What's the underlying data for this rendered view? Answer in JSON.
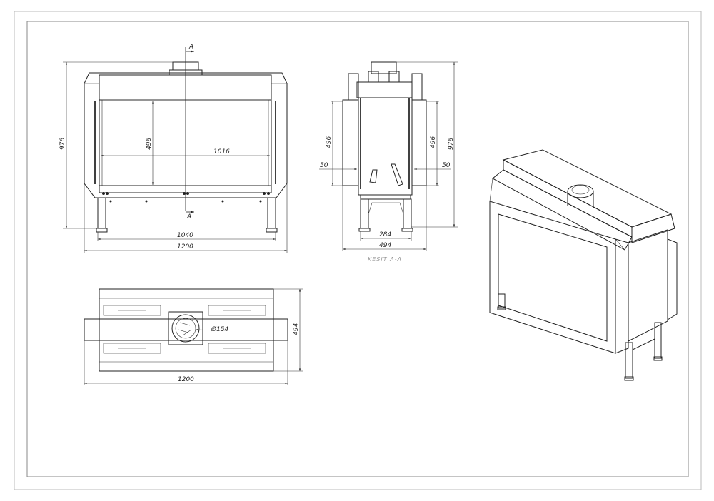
{
  "front_view": {
    "section_mark_top": "A",
    "section_mark_bottom": "A",
    "height_dim": "976",
    "glass_height_dim": "496",
    "glass_width_dim": "1016",
    "leg_span_dim": "1040",
    "overall_width_dim": "1200"
  },
  "section_view": {
    "left_height_dim": "496",
    "right_height_dim": "496",
    "overall_height_dim": "976",
    "left_offset_dim": "50",
    "right_offset_dim": "50",
    "leg_span_dim": "284",
    "overall_depth_dim": "494",
    "caption": "KESIT A-A"
  },
  "top_view": {
    "flue_diameter_dim": "Ø154",
    "depth_dim": "494",
    "width_dim": "1200"
  }
}
